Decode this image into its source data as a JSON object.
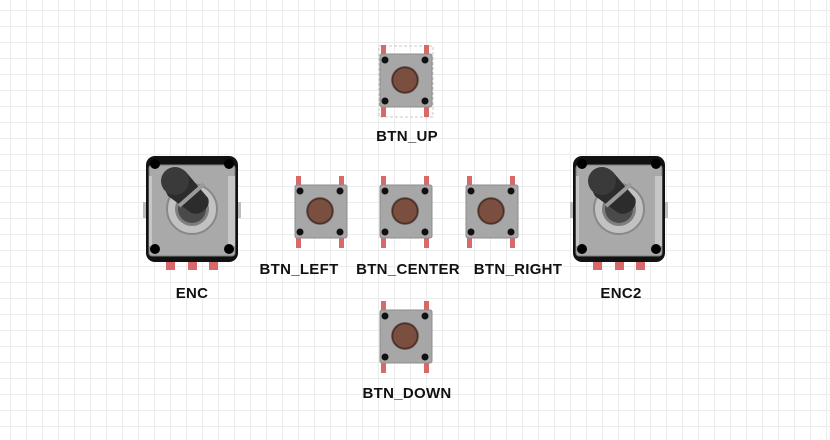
{
  "canvas": {
    "grid": true,
    "selected_component": "BTN_UP"
  },
  "components": {
    "btn_up": {
      "label": "BTN_UP",
      "type": "pushbutton"
    },
    "btn_left": {
      "label": "BTN_LEFT",
      "type": "pushbutton"
    },
    "btn_center": {
      "label": "BTN_CENTER",
      "type": "pushbutton"
    },
    "btn_right": {
      "label": "BTN_RIGHT",
      "type": "pushbutton"
    },
    "btn_down": {
      "label": "BTN_DOWN",
      "type": "pushbutton"
    },
    "enc": {
      "label": "ENC",
      "type": "rotary-encoder"
    },
    "enc2": {
      "label": "ENC2",
      "type": "rotary-encoder"
    }
  },
  "colors": {
    "button_body": "#a7a7a7",
    "button_cap": "#7a4f3f",
    "pin": "#d9686a",
    "encoder_body": "#a9a9a9",
    "encoder_frame": "#111111",
    "knob": "#3a3a3a"
  }
}
